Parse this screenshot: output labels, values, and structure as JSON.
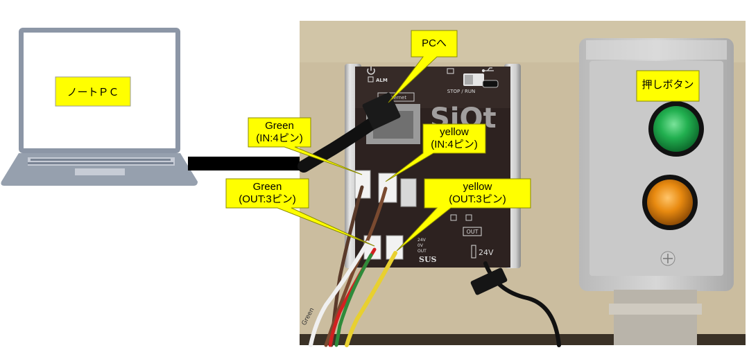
{
  "laptop": {
    "label": "ノートＰＣ"
  },
  "callouts": {
    "pc": "PCへ",
    "button": "押しボタン",
    "in_green_line1": "Green",
    "in_green_line2": "(IN:4ピン)",
    "in_yellow_line1": "yellow",
    "in_yellow_line2": "(IN:4ピン)",
    "out_green_line1": "Green",
    "out_green_line2": "(OUT:3ピン)",
    "out_yellow_line1": "yellow",
    "out_yellow_line2": "(OUT:3ピン)"
  },
  "device": {
    "brand": "SiOt",
    "maker": "SUS",
    "power": "24V",
    "out_label": "OUT",
    "alm": "ALM",
    "stop_run": "STOP / RUN",
    "ethernet": "Ethernet",
    "pin_24v": "24V",
    "pin_0v": "0V",
    "pin_out": "OUT"
  },
  "cable_label": "Green",
  "colors": {
    "callout_fill": "#ffff00",
    "button_green": "#1fa84a",
    "button_orange": "#e58a0f",
    "photo_background": "#c9b99c",
    "device_body": "#2a201d"
  },
  "icons": [
    "power-icon",
    "usb-icon"
  ]
}
